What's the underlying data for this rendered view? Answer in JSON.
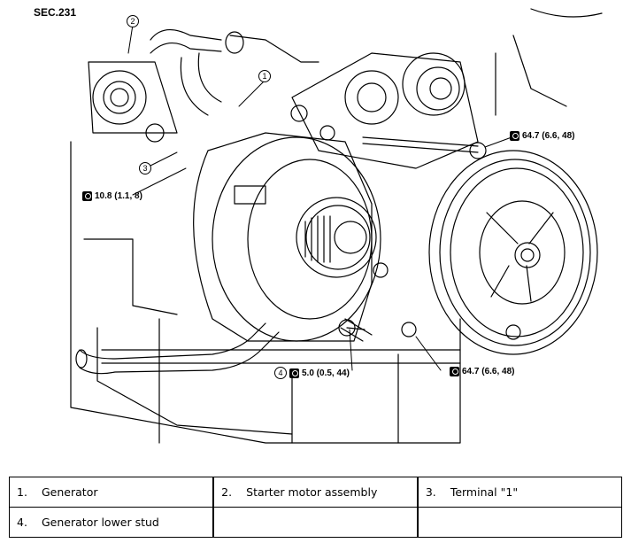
{
  "diagram": {
    "section": "SEC.231",
    "callouts": [
      {
        "num": "1"
      },
      {
        "num": "2"
      },
      {
        "num": "3"
      },
      {
        "num": "4",
        "torque": "5.0 (0.5, 44)"
      },
      {
        "torque": "10.8 (1.1, 8)"
      },
      {
        "torque": "64.7 (6.6, 48)"
      },
      {
        "torque": "64.7 (6.6, 48)"
      }
    ]
  },
  "legend": {
    "rows": [
      [
        {
          "index": "1.",
          "label": "Generator"
        },
        {
          "index": "2.",
          "label": "Starter motor assembly"
        },
        {
          "index": "3.",
          "label": "Terminal \"1\""
        }
      ],
      [
        {
          "index": "4.",
          "label": "Generator lower stud"
        },
        {
          "index": "",
          "label": ""
        },
        {
          "index": "",
          "label": ""
        }
      ]
    ]
  }
}
